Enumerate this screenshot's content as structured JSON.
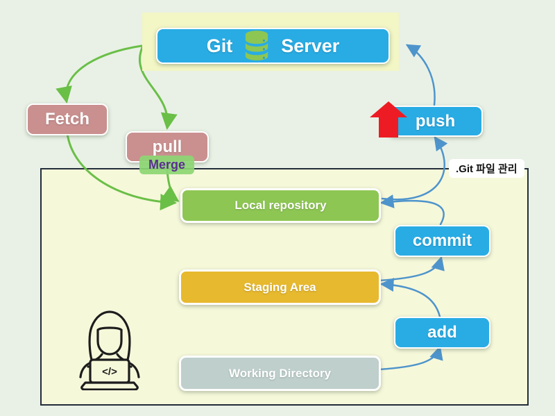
{
  "diagram": {
    "server": {
      "label_left": "Git",
      "label_right": "Server"
    },
    "nodes": {
      "fetch": "Fetch",
      "pull": "pull",
      "merge": "Merge",
      "push": "push",
      "commit": "commit",
      "add": "add",
      "local_repository": "Local repository",
      "staging_area": "Staging Area",
      "working_directory": "Working Directory"
    },
    "container_label": ".Git 파일 관리",
    "laptop_code": "</>",
    "colors": {
      "page_bg": "#e9f1e6",
      "container_bg": "#f6f8da",
      "server_halo": "#f3f6c5",
      "blue_node": "#29ace4",
      "rose_node": "#c9908f",
      "green_node": "#8dc653",
      "amber_node": "#e7b92f",
      "grayteal_node": "#becfcc",
      "merge_bg": "#8cd673",
      "merge_text": "#5b2e91",
      "arrow_green": "#6abf47",
      "arrow_blue": "#4e94cc",
      "red_arrow": "#ed1c24"
    }
  }
}
